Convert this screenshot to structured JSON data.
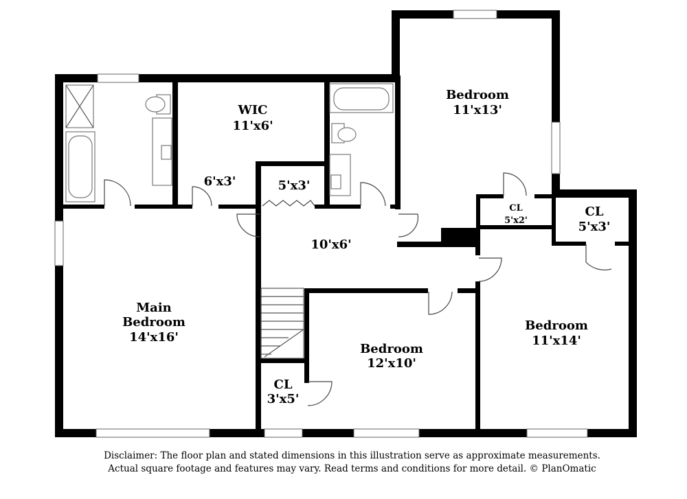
{
  "rooms": {
    "wic": {
      "name": "WIC",
      "dims": "11'x6'"
    },
    "bedroom_ne": {
      "name": "Bedroom",
      "dims": "11'x13'"
    },
    "closet_6x3": {
      "dims": "6'x3'"
    },
    "closet_5x3_hall": {
      "dims": "5'x3'"
    },
    "hall": {
      "dims": "10'x6'"
    },
    "cl_5x2": {
      "name": "CL",
      "dims": "5'x2'"
    },
    "cl_5x3": {
      "name": "CL",
      "dims": "5'x3'"
    },
    "main_bedroom": {
      "line1": "Main",
      "line2": "Bedroom",
      "dims": "14'x16'"
    },
    "bedroom_e": {
      "name": "Bedroom",
      "dims": "11'x14'"
    },
    "bedroom_s": {
      "name": "Bedroom",
      "dims": "12'x10'"
    },
    "cl_3x5": {
      "name": "CL",
      "dims": "3'x5'"
    }
  },
  "disclaimer": {
    "line1": "Disclaimer: The floor plan and stated dimensions in this illustration serve as approximate measurements.",
    "line2": "Actual square footage and features may vary. Read terms and conditions for more detail. © PlanOmatic"
  },
  "colors": {
    "wall": "#000000",
    "background": "#ffffff"
  }
}
